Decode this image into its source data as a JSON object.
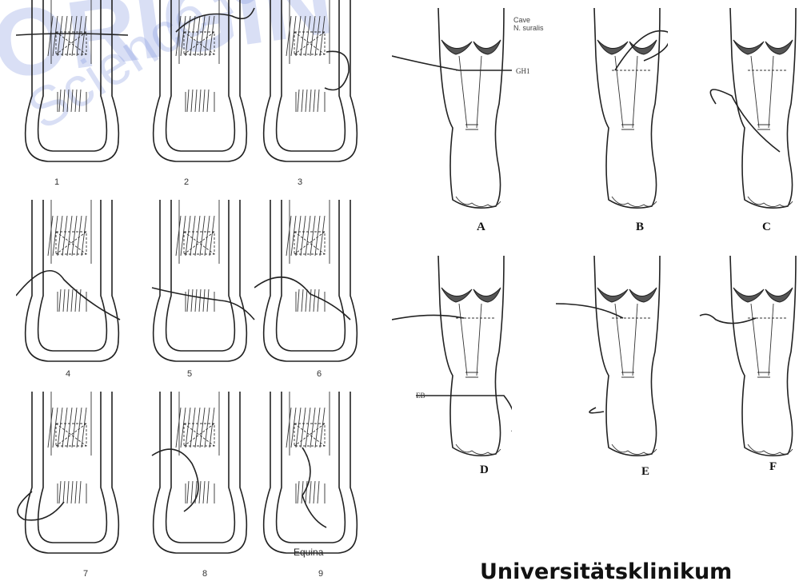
{
  "left_figure": {
    "panel_numbers": [
      "1",
      "2",
      "3",
      "4",
      "5",
      "6",
      "7",
      "8",
      "9"
    ],
    "inscription": "Equina"
  },
  "right_figure": {
    "panel_letters": [
      "A",
      "B",
      "C",
      "D",
      "E",
      "F"
    ],
    "callout": "Cave\nN. suralis",
    "needle_top": "GH1",
    "needle_bottom": "EB"
  },
  "watermark": {
    "large_text": "ORIGIN",
    "diagonal_text": "Science for Ext"
  },
  "footer_text": "Universitätsklinikum",
  "colors": {
    "ink": "#222222",
    "watermark": "#8c9cdc",
    "tissue": "#333333"
  }
}
